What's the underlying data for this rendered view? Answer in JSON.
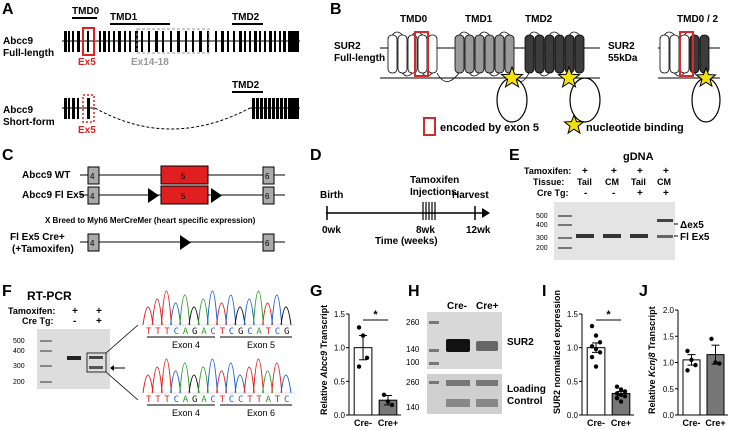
{
  "panels": {
    "A": {
      "letter": "A",
      "full_label": [
        "Abcc9",
        "Full-length"
      ],
      "short_label": [
        "Abcc9",
        "Short-form"
      ],
      "tmd0": "TMD0",
      "tmd1": "TMD1",
      "tmd2": "TMD2",
      "tmd2_short": "TMD2",
      "ex5": "Ex5",
      "ex5_short": "Ex5",
      "ex14_18": "Ex14-18"
    },
    "B": {
      "letter": "B",
      "full_label": [
        "SUR2",
        "Full-length"
      ],
      "short_label": [
        "SUR2",
        "55kDa"
      ],
      "tmd0": "TMD0",
      "tmd1": "TMD1",
      "tmd2": "TMD2",
      "tmd02": "TMD0 / 2",
      "legend_exon": "encoded by exon 5",
      "legend_nbd": "nucleotide binding",
      "color_exon": "#d32b2b",
      "color_star": "#f5e10a"
    },
    "C": {
      "letter": "C",
      "wt": "Abcc9 WT",
      "fl": "Abcc9 Fl Ex5",
      "breed": "X Breed to Myh6 MerCreMer (heart specific expression)",
      "cre": [
        "Fl Ex5 Cre+",
        "(+Tamoxifen)"
      ],
      "exon4": "4",
      "exon5": "5",
      "exon6": "6",
      "exon4b": "4",
      "exon5b": "5",
      "exon6b": "6",
      "exon4c": "4",
      "exon6c": "6"
    },
    "D": {
      "letter": "D",
      "birth": "Birth",
      "tam": [
        "Tamoxifen",
        "Injections"
      ],
      "harvest": "Harvest",
      "w0": "0wk",
      "w8": "8wk",
      "w12": "12wk",
      "axis": "Time (weeks)"
    },
    "E": {
      "letter": "E",
      "title": "gDNA",
      "rows": [
        "Tamoxifen:",
        "Tissue:",
        "Cre Tg:"
      ],
      "lanes": [
        {
          "tam": "+",
          "tissue": "Tail",
          "cre": "-"
        },
        {
          "tam": "+",
          "tissue": "CM",
          "cre": "-"
        },
        {
          "tam": "+",
          "tissue": "Tail",
          "cre": "+"
        },
        {
          "tam": "+",
          "tissue": "CM",
          "cre": "+"
        }
      ],
      "ladder": [
        "500",
        "400",
        "300",
        "200"
      ],
      "band_dex5": "Δex5",
      "band_fl": "Fl Ex5"
    },
    "F": {
      "letter": "F",
      "title": "RT-PCR",
      "rows": [
        "Tamoxifen:",
        "Cre Tg:"
      ],
      "lane1": {
        "tam": "+",
        "cre": "-"
      },
      "lane2": {
        "tam": "+",
        "cre": "+"
      },
      "ladder": [
        "500",
        "400",
        "300",
        "200"
      ],
      "seq1": [
        "T",
        "T",
        "T",
        "C",
        "A",
        "G",
        "A",
        "C",
        "T",
        "C",
        "G",
        "C",
        "A",
        "T",
        "C",
        "G"
      ],
      "seq2": [
        "T",
        "T",
        "T",
        "C",
        "A",
        "G",
        "A",
        "C",
        "T",
        "C",
        "C",
        "T",
        "T",
        "A",
        "T",
        "C"
      ],
      "exon4_top": "Exon 4",
      "exon5_top": "Exon 5",
      "exon4_bot": "Exon 4",
      "exon6_bot": "Exon 6"
    },
    "G": {
      "letter": "G",
      "ylabel_pre": "Relative ",
      "ylabel_gene": "Abcc9",
      "ylabel_post": " Transcript",
      "sig": "*"
    },
    "H": {
      "letter": "H",
      "cols": [
        "Cre-",
        "Cre+"
      ],
      "ladder_top": [
        "260",
        "140",
        "100"
      ],
      "ladder_bot": [
        "260",
        "140"
      ],
      "sur2": "SUR2",
      "loading": [
        "Loading",
        "Control"
      ]
    },
    "I": {
      "letter": "I",
      "ylabel": "SUR2 normalized expression",
      "sig": "*"
    },
    "J": {
      "letter": "J",
      "ylabel_pre": "Relative ",
      "ylabel_gene": "Kcnj8",
      "ylabel_post": " Transcript"
    }
  },
  "chart_data": [
    {
      "id": "G",
      "type": "bar",
      "categories": [
        "Cre-",
        "Cre+"
      ],
      "values": [
        1.0,
        0.22
      ],
      "errors": [
        0.18,
        0.07
      ],
      "points": [
        [
          1.3,
          1.18,
          0.85,
          0.72
        ],
        [
          0.3,
          0.2,
          0.15
        ]
      ],
      "colors": [
        "#ffffff",
        "#777777"
      ],
      "ylim": [
        0,
        1.5
      ],
      "yticks": [
        "0.0",
        "0.5",
        "1.0",
        "1.5"
      ],
      "ytick_values": [
        0,
        0.5,
        1.0,
        1.5
      ]
    },
    {
      "id": "I",
      "type": "bar",
      "categories": [
        "Cre-",
        "Cre+"
      ],
      "values": [
        1.0,
        0.32
      ],
      "errors": [
        0.07,
        0.03
      ],
      "points": [
        [
          1.32,
          1.18,
          1.08,
          1.02,
          0.98,
          0.93,
          0.86,
          0.72
        ],
        [
          0.42,
          0.38,
          0.35,
          0.32,
          0.3,
          0.28,
          0.25,
          0.2
        ]
      ],
      "colors": [
        "#ffffff",
        "#777777"
      ],
      "ylim": [
        0,
        1.5
      ],
      "yticks": [
        "0.0",
        "0.5",
        "1.0",
        "1.5"
      ],
      "ytick_values": [
        0,
        0.5,
        1.0,
        1.5
      ]
    },
    {
      "id": "J",
      "type": "bar",
      "categories": [
        "Cre-",
        "Cre+"
      ],
      "values": [
        1.05,
        1.15
      ],
      "errors": [
        0.1,
        0.18
      ],
      "points": [
        [
          1.22,
          1.05,
          0.95,
          0.85
        ],
        [
          1.45,
          1.0,
          0.98
        ]
      ],
      "colors": [
        "#ffffff",
        "#777777"
      ],
      "ylim": [
        0,
        2.0
      ],
      "yticks": [
        "0.0",
        "0.5",
        "1.0",
        "1.5",
        "2.0"
      ],
      "ytick_values": [
        0,
        0.5,
        1.0,
        1.5,
        2.0
      ]
    }
  ]
}
